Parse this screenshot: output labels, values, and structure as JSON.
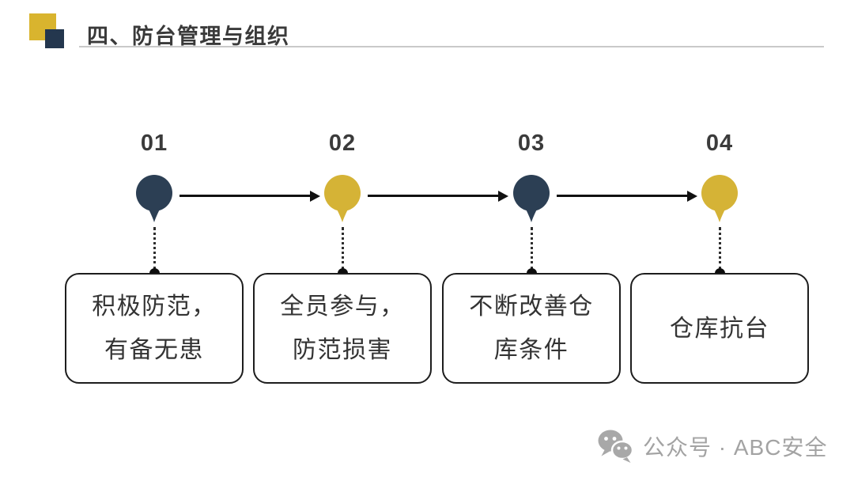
{
  "header": {
    "title": "四、防台管理与组织"
  },
  "colors": {
    "navy": "#2c3f54",
    "gold": "#d5b336",
    "header_yellow": "#d9b42e",
    "header_navy": "#24374e"
  },
  "steps": [
    {
      "number": "01",
      "color": "#2c3f54",
      "lines": [
        "积极防范，",
        "有备无患"
      ]
    },
    {
      "number": "02",
      "color": "#d5b336",
      "lines": [
        "全员参与，",
        "防范损害"
      ]
    },
    {
      "number": "03",
      "color": "#2c3f54",
      "lines": [
        "不断改善仓",
        "库条件"
      ]
    },
    {
      "number": "04",
      "color": "#d5b336",
      "lines": [
        "仓库抗台"
      ]
    }
  ],
  "footer": {
    "label": "公众号 · ABC安全",
    "icon": "wechat-icon"
  }
}
